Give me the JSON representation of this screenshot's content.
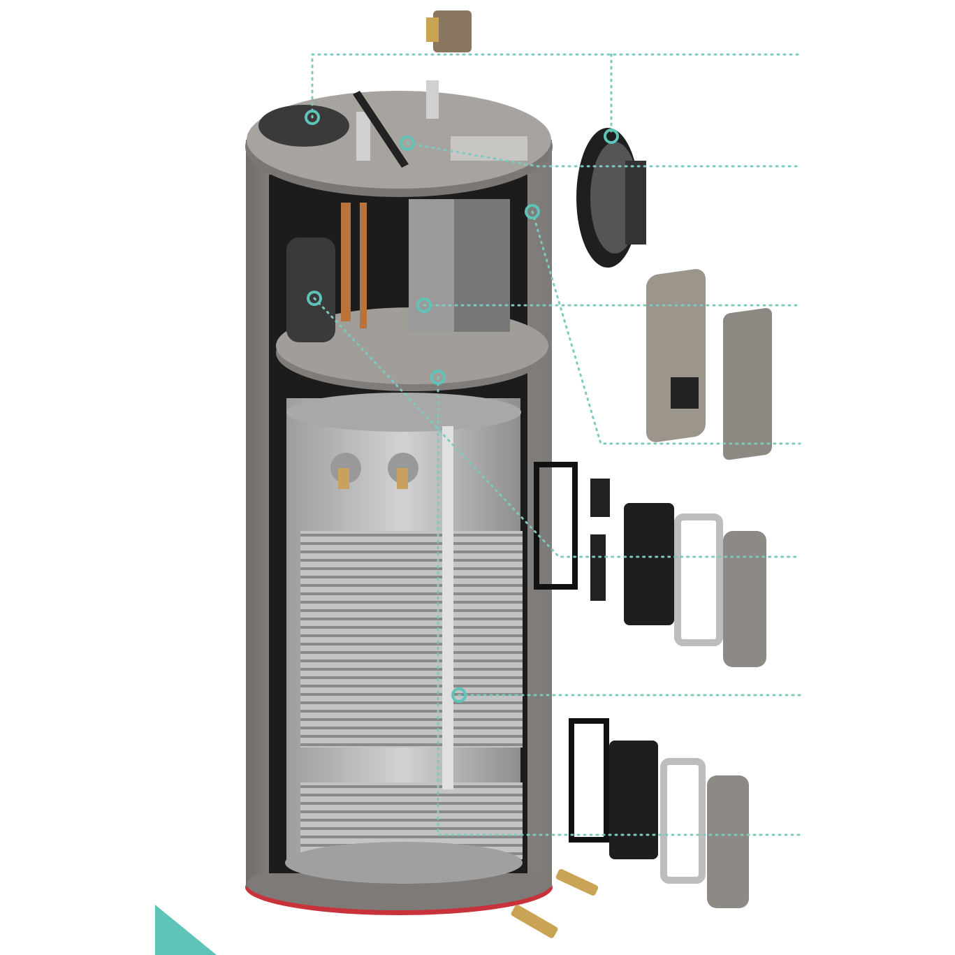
{
  "colors": {
    "background": "#ffffff",
    "accent_teal": "#5fc4b8",
    "leader_line": "#7cc9c0",
    "casing": "#8e8b87",
    "casing_dark": "#5e5b58",
    "tank": "#b9b9b9",
    "coil": "#a8a8a8",
    "base_red": "#c8323a",
    "dark_part": "#222222",
    "copper": "#b8743c"
  },
  "icons": [
    "callout-circle-icon"
  ],
  "parts": [
    "valve",
    "fan",
    "control-panel",
    "front-cover",
    "upper-heating-element",
    "lower-heating-element",
    "tank",
    "coil",
    "compressor",
    "fittings"
  ]
}
